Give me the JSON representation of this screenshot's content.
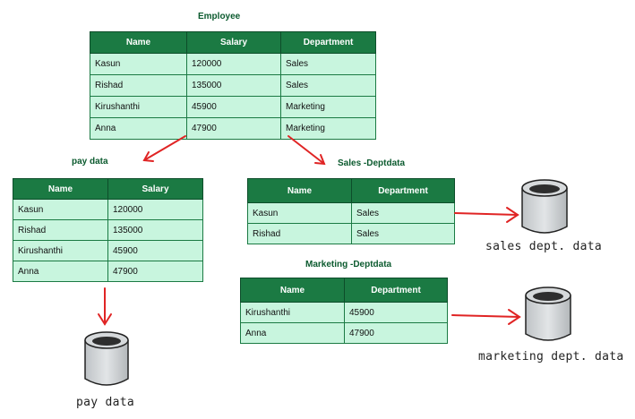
{
  "employee": {
    "caption": "Employee",
    "headers": [
      "Name",
      "Salary",
      "Department"
    ],
    "rows": [
      [
        "Kasun",
        "120000",
        "Sales"
      ],
      [
        "Rishad",
        "135000",
        "Sales"
      ],
      [
        "Kirushanthi",
        "45900",
        "Marketing"
      ],
      [
        "Anna",
        "47900",
        "Marketing"
      ]
    ]
  },
  "pay": {
    "caption": "pay data",
    "headers": [
      "Name",
      "Salary"
    ],
    "rows": [
      [
        "Kasun",
        "120000"
      ],
      [
        "Rishad",
        "135000"
      ],
      [
        "Kirushanthi",
        "45900"
      ],
      [
        "Anna",
        "47900"
      ]
    ]
  },
  "sales": {
    "caption": "Sales -Deptdata",
    "headers": [
      "Name",
      "Department"
    ],
    "rows": [
      [
        "Kasun",
        "Sales"
      ],
      [
        "Rishad",
        "Sales"
      ]
    ]
  },
  "marketing": {
    "caption": "Marketing -Deptdata",
    "headers": [
      "Name",
      "Department"
    ],
    "rows": [
      [
        "Kirushanthi",
        "45900"
      ],
      [
        "Anna",
        "47900"
      ]
    ]
  },
  "databases": {
    "sales_label": "sales dept. data",
    "marketing_label": "marketing dept. data",
    "pay_label": "pay data"
  },
  "colors": {
    "header_bg": "#1b7a43",
    "cell_bg": "#c8f5de",
    "arrow": "#e02424",
    "caption": "#0b5a2e"
  }
}
